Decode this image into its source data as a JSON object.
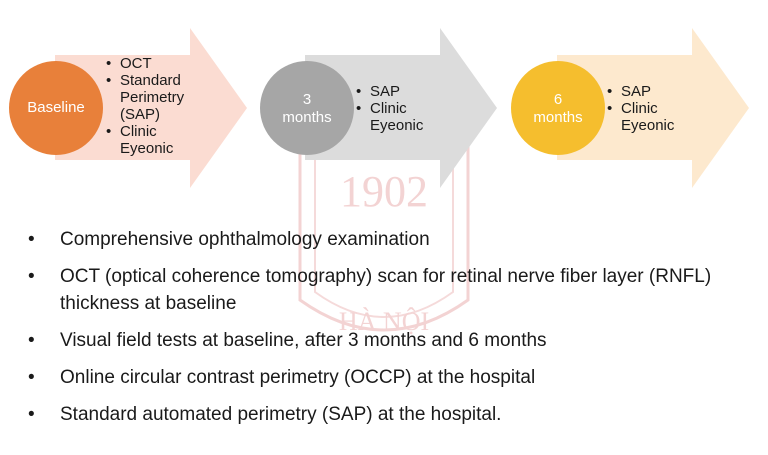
{
  "stages": [
    {
      "label": "Baseline",
      "items": [
        "OCT",
        "Standard Perimetry (SAP)",
        "Clinic Eyeonic"
      ],
      "circle_color": "#E8803A",
      "arrow_color": "#FBDCD2"
    },
    {
      "label": "3 months",
      "items": [
        "SAP",
        "Clinic Eyeonic"
      ],
      "circle_color": "#A6A6A6",
      "arrow_color": "#DCDCDC"
    },
    {
      "label": "6 months",
      "items": [
        "SAP",
        "Clinic Eyeonic"
      ],
      "circle_color": "#F5BE2E",
      "arrow_color": "#FDE9CE"
    }
  ],
  "bullets": [
    "Comprehensive ophthalmology examination",
    "OCT (optical coherence tomography) scan for retinal nerve fiber layer (RNFL) thickness at baseline",
    "Visual field tests at baseline, after 3 months and 6 months",
    "Online circular contrast perimetry (OCCP) at the hospital",
    "Standard automated perimetry (SAP) at the hospital."
  ],
  "watermark": {
    "year": "1902",
    "city": "HÀ NỘI",
    "color": "#F3D3D3"
  }
}
